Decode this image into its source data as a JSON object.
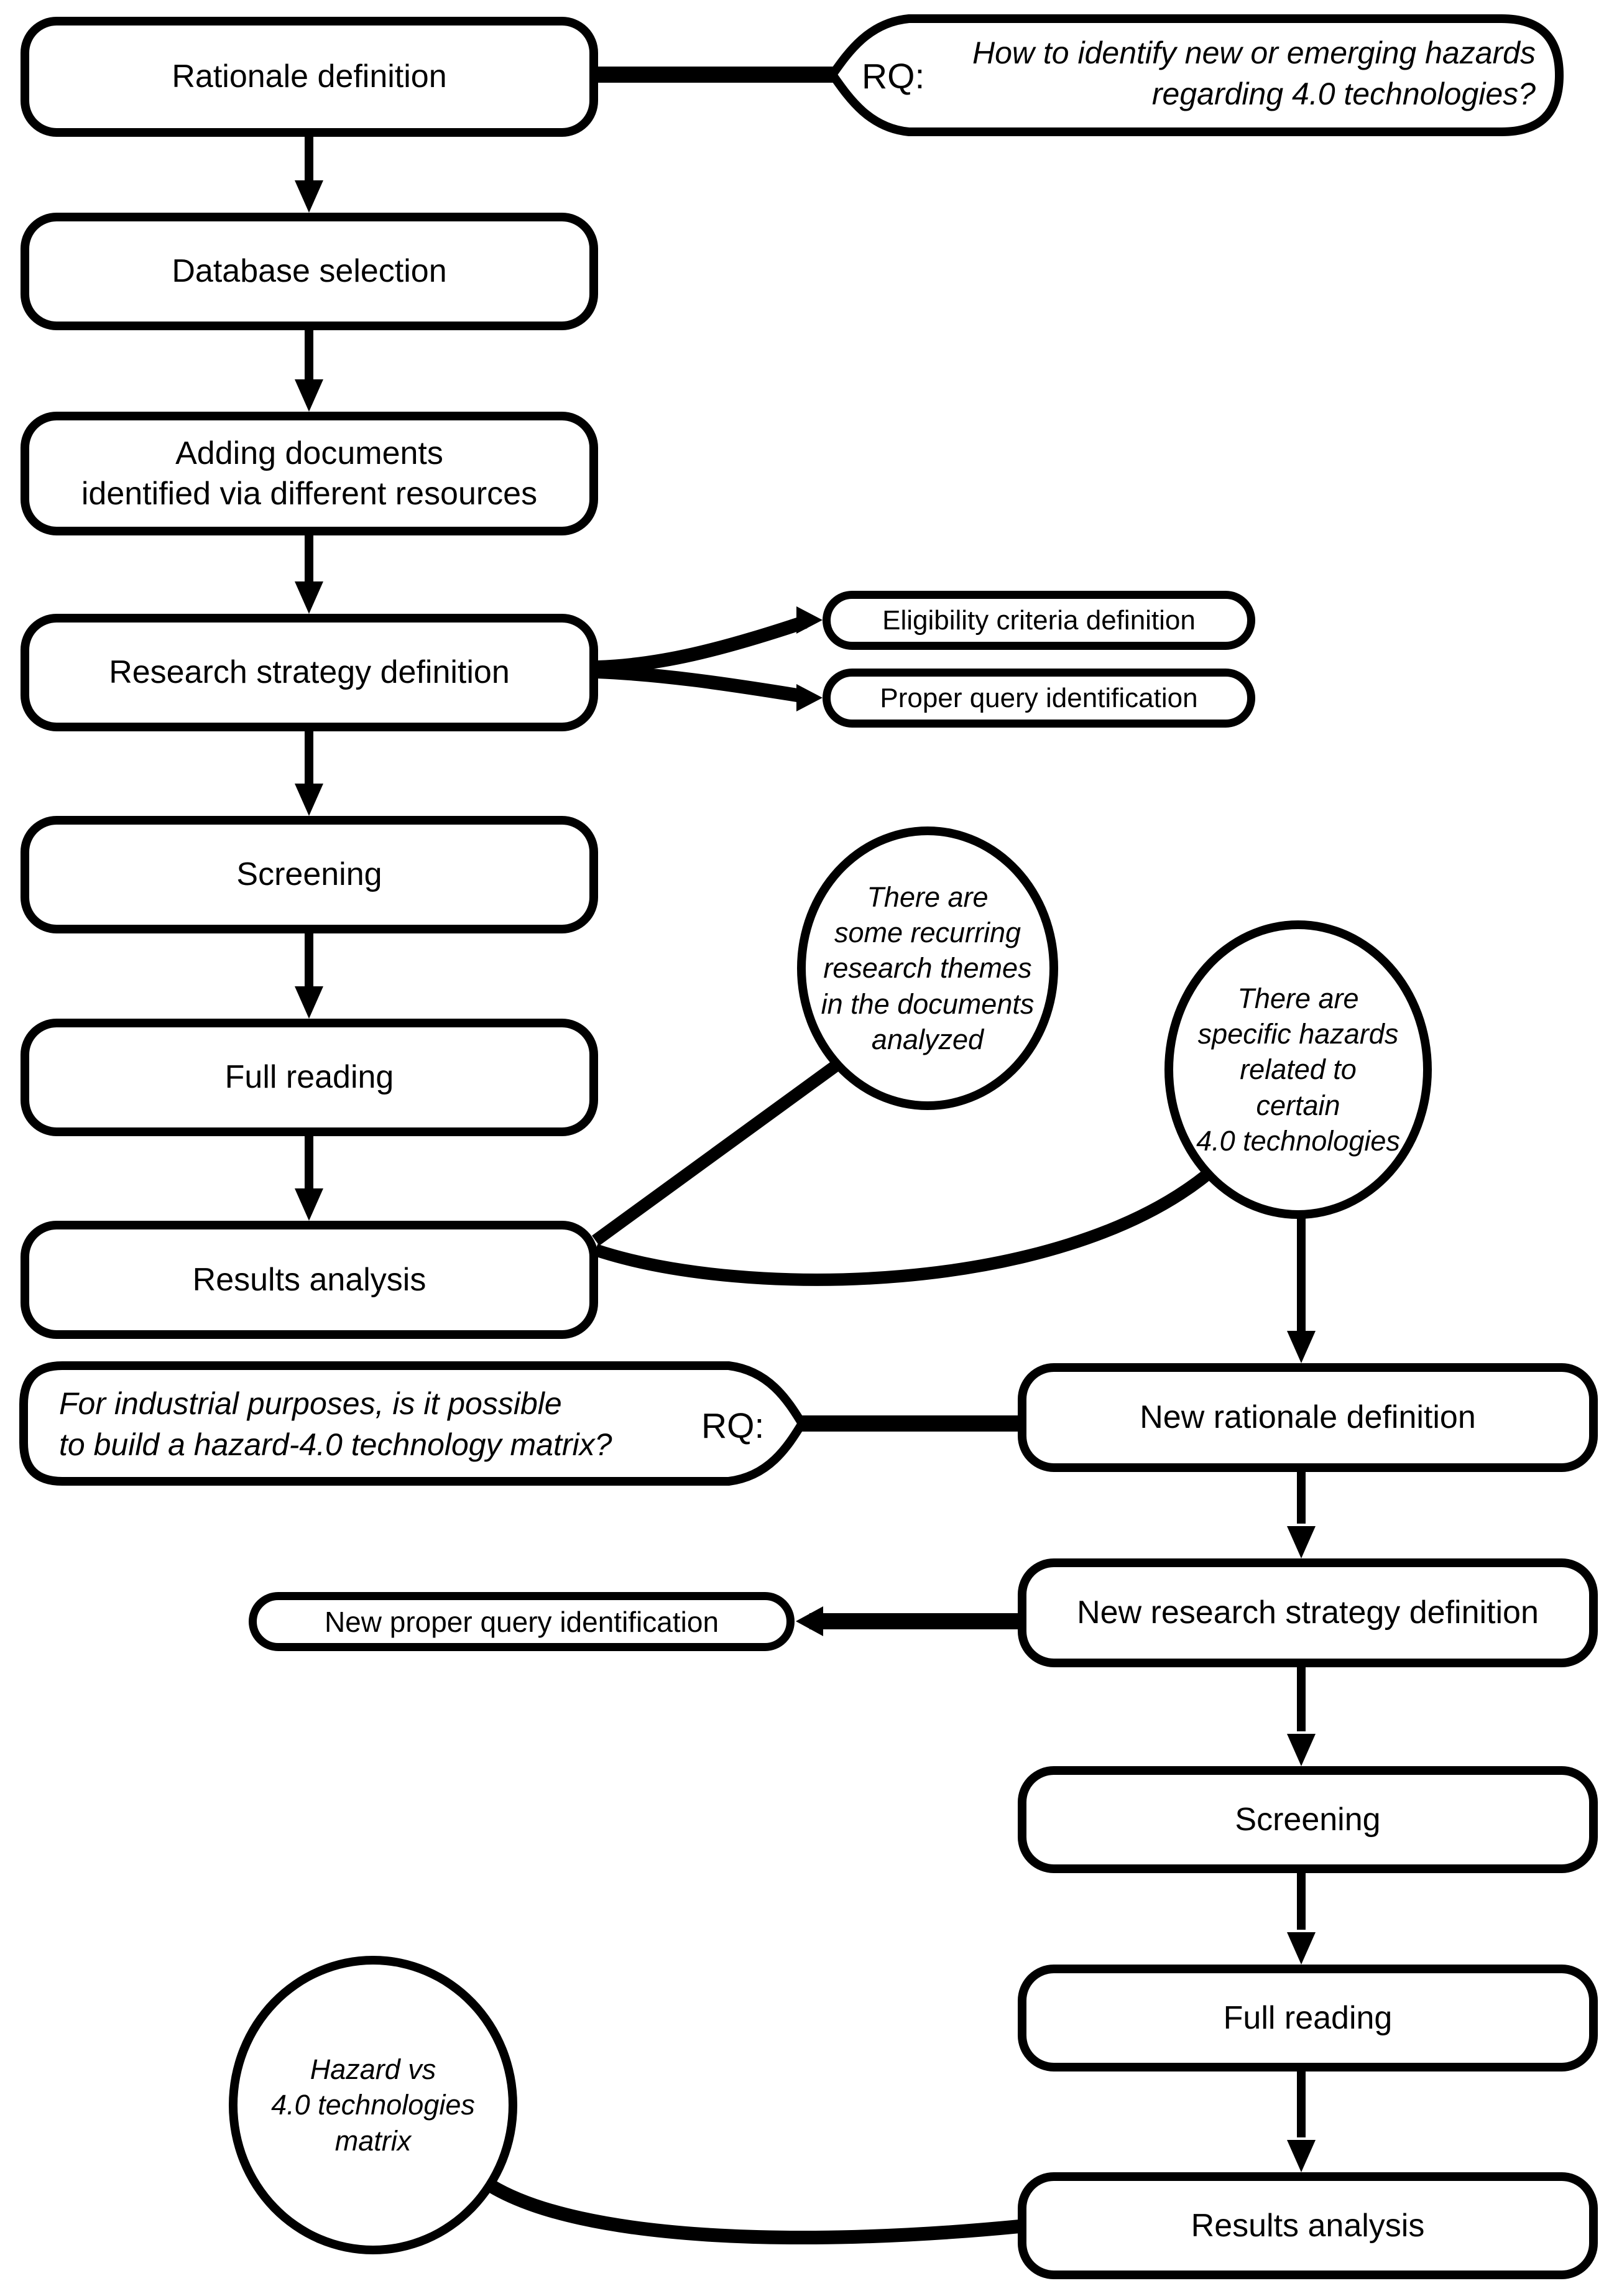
{
  "colors": {
    "ink": "#000000",
    "paper": "#ffffff"
  },
  "phase1": {
    "rq_label": "RQ:",
    "rq_lines": [
      "How to identify new or emerging hazards",
      "regarding 4.0 technologies?"
    ],
    "steps": [
      {
        "label": "Rationale definition"
      },
      {
        "label": "Database selection"
      },
      {
        "lines": [
          "Adding documents",
          "identified via different resources"
        ]
      },
      {
        "label": "Research strategy definition"
      },
      {
        "label": "Screening"
      },
      {
        "label": "Full reading"
      },
      {
        "label": "Results analysis"
      }
    ],
    "side_outputs": [
      {
        "label": "Eligibility criteria definition"
      },
      {
        "label": "Proper query identification"
      }
    ],
    "findings": [
      {
        "lines": [
          "There are",
          "some recurring",
          "research themes",
          "in the documents",
          "analyzed"
        ]
      },
      {
        "lines": [
          "There are",
          "specific hazards",
          "related to",
          "certain",
          "4.0 technologies"
        ]
      }
    ]
  },
  "phase2": {
    "rq_label": "RQ:",
    "rq_lines": [
      "For industrial purposes, is it possible",
      "to build a hazard-4.0 technology matrix?"
    ],
    "steps": [
      {
        "label": "New rationale definition"
      },
      {
        "label": "New research strategy definition"
      },
      {
        "label": "Screening"
      },
      {
        "label": "Full reading"
      },
      {
        "label": "Results analysis"
      }
    ],
    "side_output": {
      "label": "New proper query identification"
    },
    "finding": {
      "lines": [
        "Hazard vs",
        "4.0 technologies",
        "matrix"
      ]
    }
  }
}
